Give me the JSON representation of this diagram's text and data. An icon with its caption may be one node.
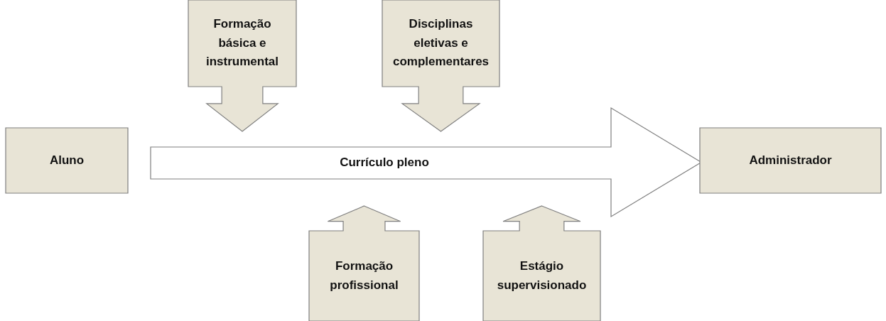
{
  "diagram": {
    "nodes": [
      {
        "text": [
          "Formação básica e instrumental"
        ]
      },
      {
        "text": [
          "Disciplinas eletivas e complementares"
        ]
      },
      {
        "text": [
          "Aluno"
        ]
      },
      {
        "text": [
          "Currículo pleno"
        ]
      },
      {
        "text": [
          "Administrador"
        ]
      },
      {
        "text": [
          "Formação profissional"
        ]
      },
      {
        "text": [
          "Estágio supervisionado"
        ]
      }
    ]
  }
}
